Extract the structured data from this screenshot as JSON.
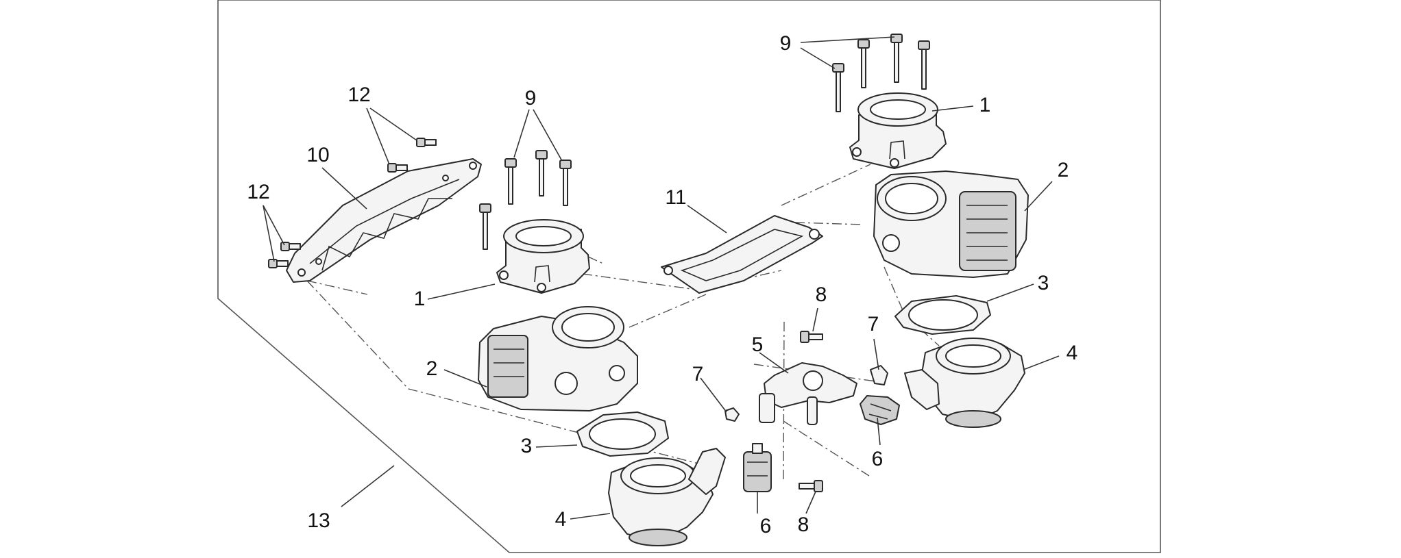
{
  "callouts": {
    "c1_left": "1",
    "c1_right": "1",
    "c2_left": "2",
    "c2_right": "2",
    "c3_left": "3",
    "c3_right": "3",
    "c4_left": "4",
    "c4_right": "4",
    "c5": "5",
    "c6_left": "6",
    "c6_right": "6",
    "c7_left": "7",
    "c7_right": "7",
    "c8_top": "8",
    "c8_bottom": "8",
    "c9_left": "9",
    "c9_right": "9",
    "c10": "10",
    "c11": "11",
    "c12_top": "12",
    "c12_left": "12",
    "c13": "13"
  }
}
